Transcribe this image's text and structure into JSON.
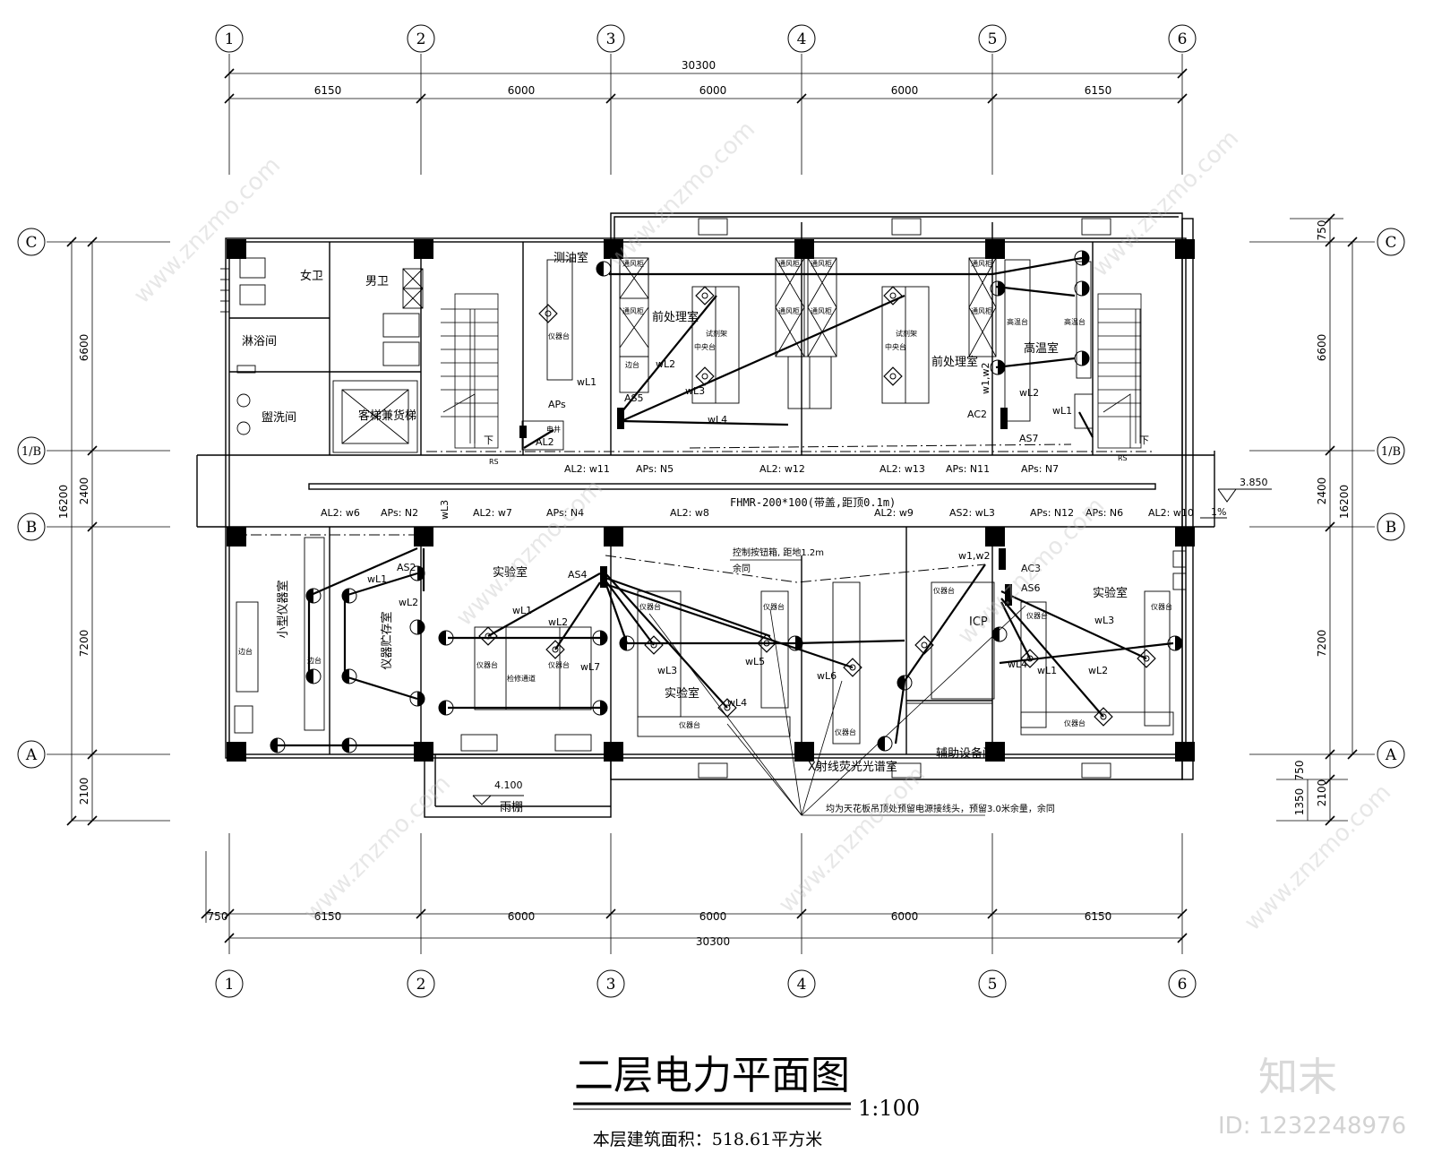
{
  "title": "二层电力平面图",
  "scale": "1:100",
  "area_note": "本层建筑面积：518.61平方米",
  "brand": "知末",
  "image_id": "ID: 1232248976",
  "watermark": "www.znzmo.com",
  "colors": {
    "line": "#000000",
    "background": "#ffffff",
    "watermark": "#bdbdbd"
  },
  "axes": {
    "columns": [
      "1",
      "2",
      "3",
      "4",
      "5",
      "6"
    ],
    "rows": [
      "C",
      "1/B",
      "B",
      "A"
    ]
  },
  "dimensions": {
    "top_total": "30300",
    "top_spans": [
      "6150",
      "6000",
      "6000",
      "6000",
      "6150"
    ],
    "bottom_left": "750",
    "bottom_spans": [
      "6150",
      "6000",
      "6000",
      "6000",
      "6150"
    ],
    "bottom_total": "30300",
    "left_spans": [
      "6600",
      "2400",
      "7200",
      "2100"
    ],
    "left_total": "16200",
    "right_spans": [
      "750",
      "6600",
      "2400",
      "7200",
      "750",
      "1350",
      "2100"
    ],
    "right_total": "16200"
  },
  "rooms": {
    "women_wc": "女卫",
    "men_wc": "男卫",
    "shower": "淋浴间",
    "washroom": "盥洗间",
    "elevator": "客梯兼货梯",
    "oil_test": "测油室",
    "pretreat_1": "前处理室",
    "pretreat_2": "前处理室",
    "high_temp": "高温室",
    "small_instr": "小型仪器室",
    "instr_storage": "仪器贮存室",
    "lab_1": "实验室",
    "lab_2": "实验室",
    "lab_3": "实验室",
    "xrf": "X射线荧光光谱室",
    "icp": "ICP",
    "aux_equip": "辅助设备间",
    "canopy": "雨棚"
  },
  "furniture": {
    "vent_cabinet": "通风柜",
    "instr_bench": "仪器台",
    "side_bench": "边台",
    "center_bench": "中央台",
    "reagent_rack": "试剂架",
    "high_temp_bench": "高温台",
    "service_corridor": "检修通道",
    "down": "下",
    "elec_shaft": "电井"
  },
  "panels": {
    "AS2": "AS2",
    "AS4": "AS4",
    "AS5": "AS5",
    "AS6": "AS6",
    "AS7": "AS7",
    "AC2": "AC2",
    "AC3": "AC3",
    "AL2": "AL2",
    "APs": "APs",
    "RS": "RS"
  },
  "circuits": {
    "corridor_top": [
      "AL2: w11",
      "APs: N5",
      "AL2: w12",
      "AL2: w13",
      "APs: N11",
      "APs: N7"
    ],
    "corridor_bottom_left": [
      "AL2: w6",
      "APs: N2",
      "AL2: w7",
      "APs: N4",
      "AL2: w8"
    ],
    "corridor_bottom_right": [
      "AL2: w9",
      "AS2: wL3",
      "APs: N12",
      "APs: N6",
      "AL2: w10"
    ],
    "wL1": "wL1",
    "wL2": "wL2",
    "wL3": "wL3",
    "wL4": "wL4",
    "wL5": "wL5",
    "wL6": "wL6",
    "wL7": "wL7",
    "w1w2": "w1,w2",
    "w1w2_v": "w1,w2"
  },
  "trunking": "FHMR-200*100(带盖,距顶0.1m)",
  "notes": {
    "control_box": "控制按钮箱, 距地1.2m",
    "reserved": "余同",
    "ceiling_note": "均为天花板吊顶处预留电源接线头，预留3.0米余量，余同"
  },
  "levels": {
    "floor": "3.850",
    "slope": "1%",
    "canopy": "4.100"
  }
}
